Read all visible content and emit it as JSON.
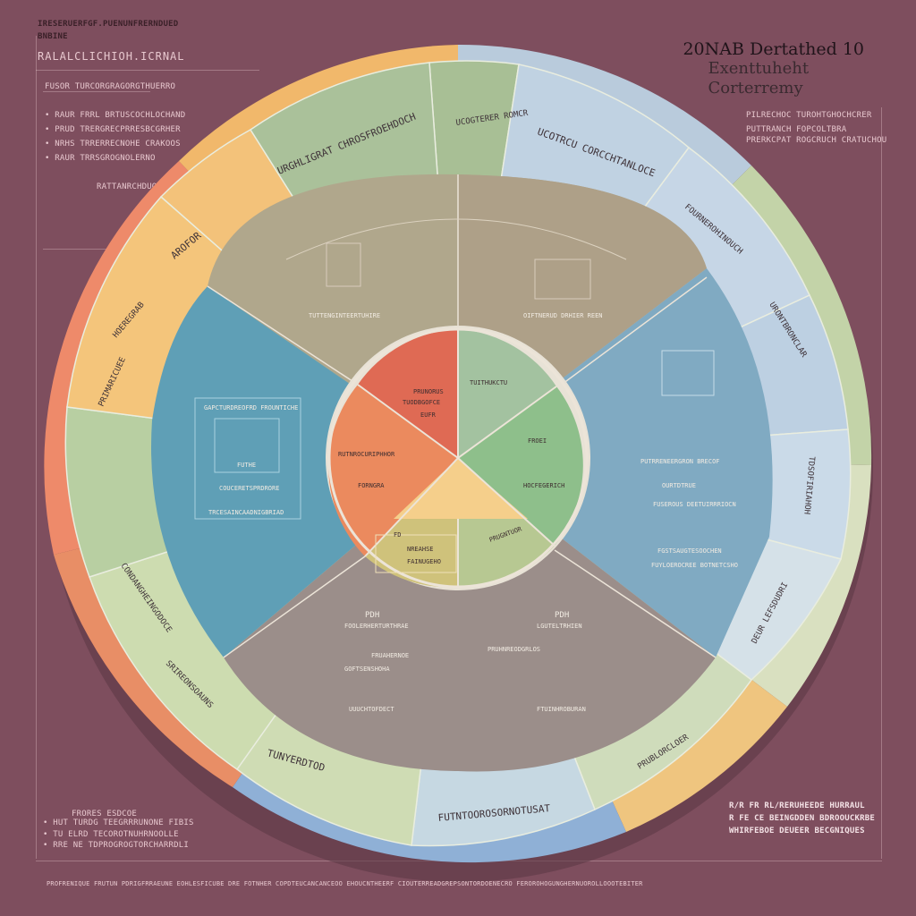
{
  "header_left": {
    "line1": "IRESERUERFGF.PUENUNFRERNDUED",
    "line2": "BNBINE",
    "subtitle": "RALALCLICHIOH.ICRNAL",
    "rule_text": "FUSOR TURCORGRAGORGTHUERRO",
    "bullets": [
      "RAUR FRRL BRTUSCOCHLOCHAND",
      "PRUD TRERGRECPRRESBCGRHER",
      "NRHS TRRERRECNOHE CRAKOOS",
      "RAUR TRRSGROGNOLERNO"
    ],
    "note": "RATTANRCHDUOD"
  },
  "header_right": {
    "title_line1": "20NAB Dertathed 10",
    "title_line2": "Exenttuheht",
    "title_line3": "Corterremy",
    "line_a": "PILRECHOC TUROHTGHOCHCRER",
    "line_b": "PUTTRANCH FOPCOLTBRA",
    "line_c": "PRERKCPAT ROGCRUCH CRATUCHOU"
  },
  "diagram": {
    "outer_ring_labels": [
      "URGHLIGRAT CHROSFROEHDOCH",
      "UCOGTERER ROMCR",
      "UCOTRCU CORCCHTANLOCE",
      "FOURNEROHINOUCH",
      "URONTBRONCLAR",
      "TDSOFIRIAHOH",
      "DEUR LEFSDUDRI",
      "PRUBLORCLOER",
      "FUTNTOOROSORNOTUSAT",
      "TUNYERDTOD",
      "CONDANGHEINGODOCE",
      "SRIREONSOAUNS",
      "HOEREGRAB",
      "AROFOR",
      "PRIMARICUEE"
    ],
    "top_sector": {
      "caption_left": "TUTTENGINTEERTUHIRE",
      "caption_right": "OIFTNERUD DRHIER REEN"
    },
    "left_sector": {
      "header": "GAPCTURDREOFRD FROUNTICHE",
      "title": "FUTHE",
      "sub": "COUCERETSPRDRORE",
      "footer": "TRCESAINCAADNIGBRIAD"
    },
    "right_sector": {
      "line1": "PUTRRENEERGRON BRECOF",
      "line2": "OURTDTRUE",
      "line3": "FUSEROUS DEETUIRRRIOCN",
      "line4": "FGSTSAUGTESOOCHEN",
      "line5": "FUYLOEROCREE BOTNETCSHO"
    },
    "bottom_sector": {
      "label_a": "PDH",
      "label_b": "PDH",
      "sub_a": "FOOLERHERTURTHRAE",
      "sub_b": "LGUTELTRHIEN",
      "center_a": "PRUHNREODGRLOS",
      "center_b": "FRUAHERNOE",
      "center_c": "GOFTSENSHOHA",
      "foot_a": "UUUCHTOFDECT",
      "foot_b": "FTUINHROBURAN"
    },
    "center": {
      "red": [
        "PRUNORUS",
        "TUODBGOFCE",
        "EUFR"
      ],
      "green": [
        "TUITHUKCTU",
        "FROEI",
        "HOCFEGERICH"
      ],
      "orange": [
        "RUTNROCURIPHHOR",
        "FORNGRA"
      ],
      "bottom_left": [
        "FD",
        "NREAHSE",
        "FAINUGEHO"
      ],
      "bottom_right": [
        "PRUGNTUOR"
      ]
    }
  },
  "footer_left": {
    "title": "FRORES ESDCOE",
    "lines": [
      "HUT TURDG TEEGRRRUNONE FIBIS",
      "TU ELRD TECOROTNUHRNOOLLE",
      "RRE NE TDPROGROGTORCHARRDLI"
    ]
  },
  "footer_right": {
    "lines": [
      "R/R FR RL/RERUHEEDE HURRAUL",
      "R FE CE BEINGDDEN BDROOUCKRBE",
      "WHIRFEBOE DEUEER BECGNIQUES"
    ]
  },
  "footer_bottom": "PROFRENIQUE FRUTUN PDRIGFRRAEUNE EOHLESFICUBE DRE FOTNHER COPDTEUCANCANCEOO EHOUCNTHEERF CIOUTERREADGREPSONTORDOENECRO FEROROHOGUNGHERNUOROLLOOOTEBITER"
}
